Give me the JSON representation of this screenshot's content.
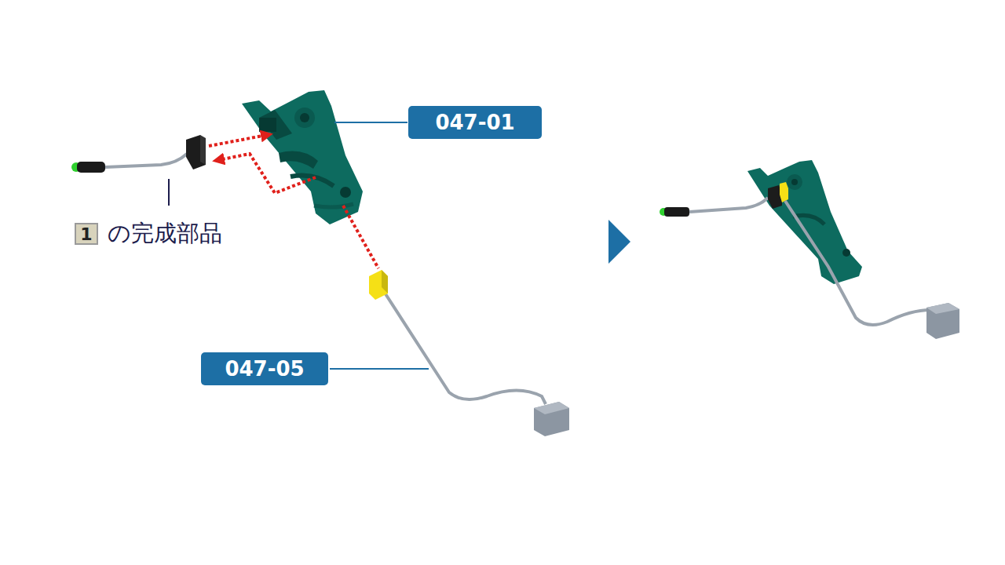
{
  "diagram": {
    "nodes": [
      {
        "text": [
          "047-01"
        ]
      },
      {
        "text": [
          "047-05"
        ]
      },
      {
        "text": [
          "1",
          "の完成部品"
        ]
      }
    ]
  }
}
